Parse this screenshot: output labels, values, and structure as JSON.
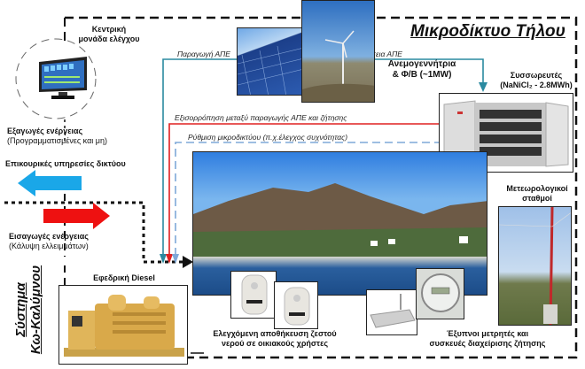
{
  "title": "Μικροδίκτυο Τήλου",
  "side_title": [
    "Σύστημα",
    "Κω-Καλύμνου"
  ],
  "control_unit": {
    "label_line1": "Κεντρική",
    "label_line2": "μονάδα ελέγχου",
    "icon": "monitor-icon"
  },
  "exports": {
    "title": "Εξαγωγές ενέργειας",
    "subtitle": "(Προγραμματισμένες και μη)",
    "color": "#1aa7e8"
  },
  "ancillary": {
    "label": "Επικουρικές υπηρεσίες δικτύου"
  },
  "imports": {
    "title": "Εισαγωγές ενέργειας",
    "subtitle": "(Κάλυψη ελλειμμάτων)",
    "color": "#ee1111"
  },
  "diesel": {
    "label": "Εφεδρική Diesel"
  },
  "flows": {
    "res_production": "Παραγωγή ΑΠΕ",
    "res_surplus": "Περίσσεια ΑΠΕ",
    "balancing": "Εξισορρόπηση μεταξύ παραγωγής ΑΠΕ και ζήτησης",
    "regulation": "Ρύθμιση μικροδικτύου (π.χ.έλεγχος συχνότητας)"
  },
  "generation": {
    "label_line1": "Ανεμογεννήτρια",
    "label_line2": "& Φ/Β (~1MW)"
  },
  "storage": {
    "label_line1": "Συσσωρευτές",
    "label_line2": "(NaNiCl₂ - 2.8MWh)"
  },
  "meteo": {
    "label_line1": "Μετεωρολογικοί",
    "label_line2": "σταθμοί"
  },
  "water_heaters": {
    "label_line1": "Ελεγχόμενη αποθήκευση ζεστού",
    "label_line2": "νερού σε οικιακούς χρήστες"
  },
  "smart_meters": {
    "label_line1": "Έξυπνοι μετρητές και",
    "label_line2": "συσκευές διαχείρισης ζήτησης"
  },
  "colors": {
    "res_line": "#2a8aa0",
    "balance_line": "#e02020",
    "regulation_line": "#7fa8d8",
    "border": "#111111"
  }
}
